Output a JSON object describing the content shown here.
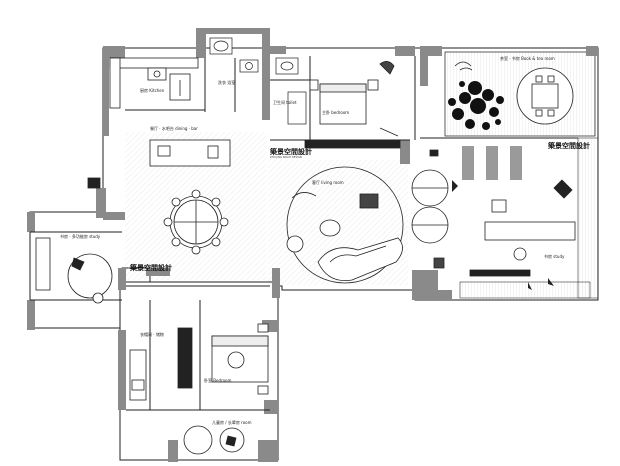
{
  "brand": {
    "name": "築景空間設計",
    "subtitle": "ZHU JING SPACE DESIGN"
  },
  "rooms": [
    {
      "key": "kitchen",
      "name": "厨房 Kitchen"
    },
    {
      "key": "bath1",
      "name": "洗衣 浴室"
    },
    {
      "key": "bath2",
      "name": "卫生间 toilet"
    },
    {
      "key": "dining",
      "name": "餐厅 · 水吧台 dining · bar"
    },
    {
      "key": "bedroom1",
      "name": "主卧 bedroom"
    },
    {
      "key": "tearoom",
      "name": "茶室 · 书房 Book & tea room"
    },
    {
      "key": "living",
      "name": "客厅 living room"
    },
    {
      "key": "study_w",
      "name": "书房 · 多功能房 study"
    },
    {
      "key": "study_e",
      "name": "书房 study"
    },
    {
      "key": "closet",
      "name": "衣帽间 · 储物"
    },
    {
      "key": "bedroom2",
      "name": "卧室 Bedroom"
    },
    {
      "key": "kidsroom",
      "name": "儿童房 / 长辈房 room"
    }
  ],
  "colors": {
    "wall": "#8a8a8a",
    "line": "#222222",
    "floor_hatch": "#c8c8c8",
    "tree": "#111111"
  }
}
